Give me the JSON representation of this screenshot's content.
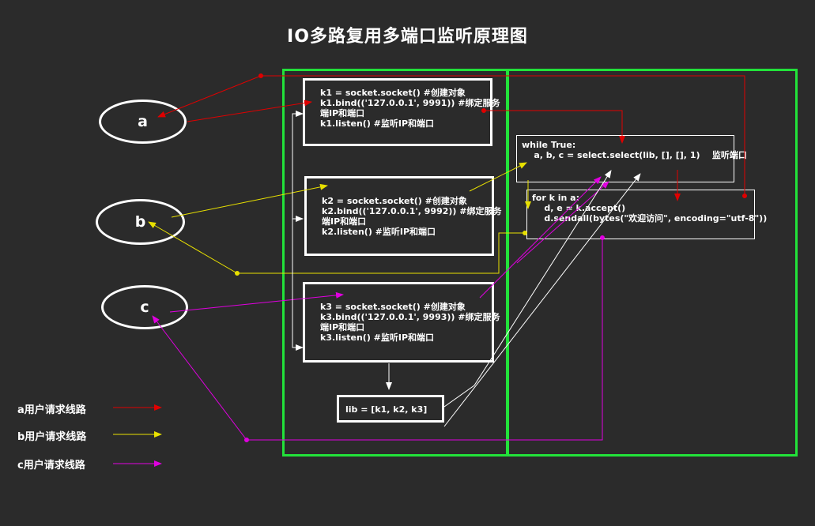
{
  "title": "IO多路复用多端口监听原理图",
  "clients": {
    "a": "a",
    "b": "b",
    "c": "c"
  },
  "k1": [
    "k1 = socket.socket() #创建对象",
    "k1.bind(('127.0.0.1', 9991)) #绑定服务",
    "端IP和端口",
    "k1.listen() #监听IP和端口"
  ],
  "k2": [
    "k2 = socket.socket() #创建对象",
    "k2.bind(('127.0.0.1', 9992)) #绑定服务",
    "端IP和端口",
    "k2.listen() #监听IP和端口"
  ],
  "k3": [
    "k3 = socket.socket() #创建对象",
    "k3.bind(('127.0.0.1', 9993)) #绑定服务",
    "端IP和端口",
    "k3.listen() #监听IP和端口"
  ],
  "lib": "lib = [k1, k2, k3]",
  "while_box": [
    "while True:",
    "",
    "    a, b, c = select.select(lib, [], [], 1)    监听端口"
  ],
  "for_box": [
    "for k in a:",
    "    d, e = k.accept()",
    "    d.sendall(bytes(\"欢迎访问\", encoding=\"utf-8\"))"
  ],
  "legend": [
    {
      "label": "a用户请求线路",
      "color": "#e00000"
    },
    {
      "label": "b用户请求线路",
      "color": "#e8e000"
    },
    {
      "label": "c用户请求线路",
      "color": "#e000e0"
    }
  ]
}
